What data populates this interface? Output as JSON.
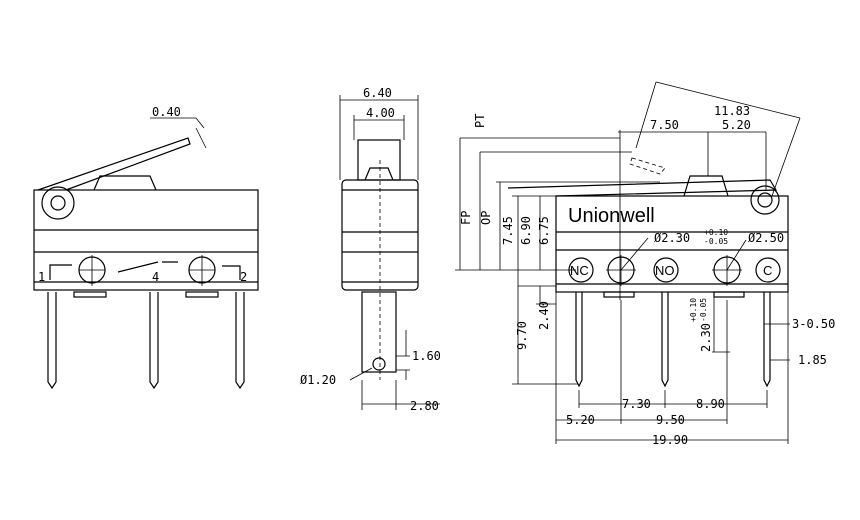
{
  "brand": "Unionwell",
  "pins": {
    "p1": "1",
    "p4": "4",
    "p2": "2"
  },
  "terminals": {
    "nc": "NC",
    "no": "NO",
    "c": "C"
  },
  "dims": {
    "lever_thickness": "0.40",
    "width_total": "6.40",
    "width_plunger": "4.00",
    "pin_slot": "1.60",
    "pin_hole": "Ø1.20",
    "pin_width": "2.80",
    "overall_lever": "11.83",
    "lever_7_50": "7.50",
    "lever_5_20": "5.20",
    "mount_hole_d": "Ø2.30",
    "mount_hole_tol_plus": "+0.10",
    "mount_hole_tol_minus": "-0.05",
    "roller_hole_d": "Ø2.50",
    "h_7_45": "7.45",
    "h_6_90": "6.90",
    "h_6_75": "6.75",
    "h_9_70": "9.70",
    "h_2_40": "2.40",
    "h_2_30": "2.30",
    "tol_plus": "+0.10",
    "tol_minus": "-0.05",
    "pin_3_0_50": "3-0.50",
    "pin_1_85": "1.85",
    "spacing_7_30": "7.30",
    "spacing_8_90": "8.90",
    "spacing_5_20": "5.20",
    "spacing_9_50": "9.50",
    "length_19_90": "19.90"
  },
  "labels": {
    "fp": "FP",
    "op": "OP",
    "pt": "PT"
  }
}
